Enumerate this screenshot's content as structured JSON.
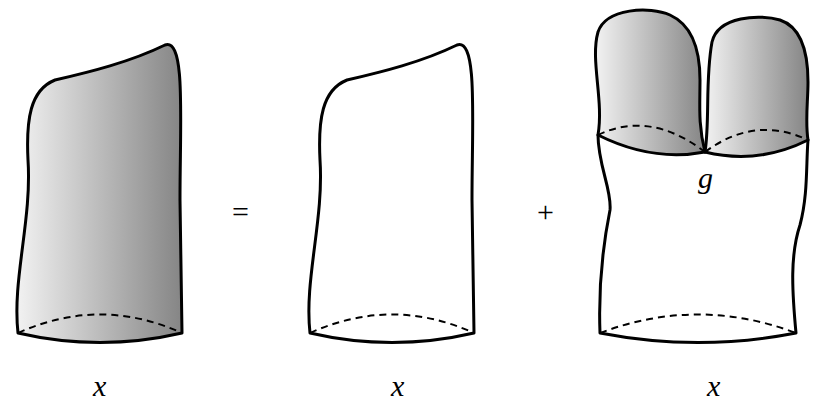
{
  "diagram": {
    "labels": [
      "=",
      "+",
      "g",
      "x",
      "x",
      "x"
    ]
  }
}
